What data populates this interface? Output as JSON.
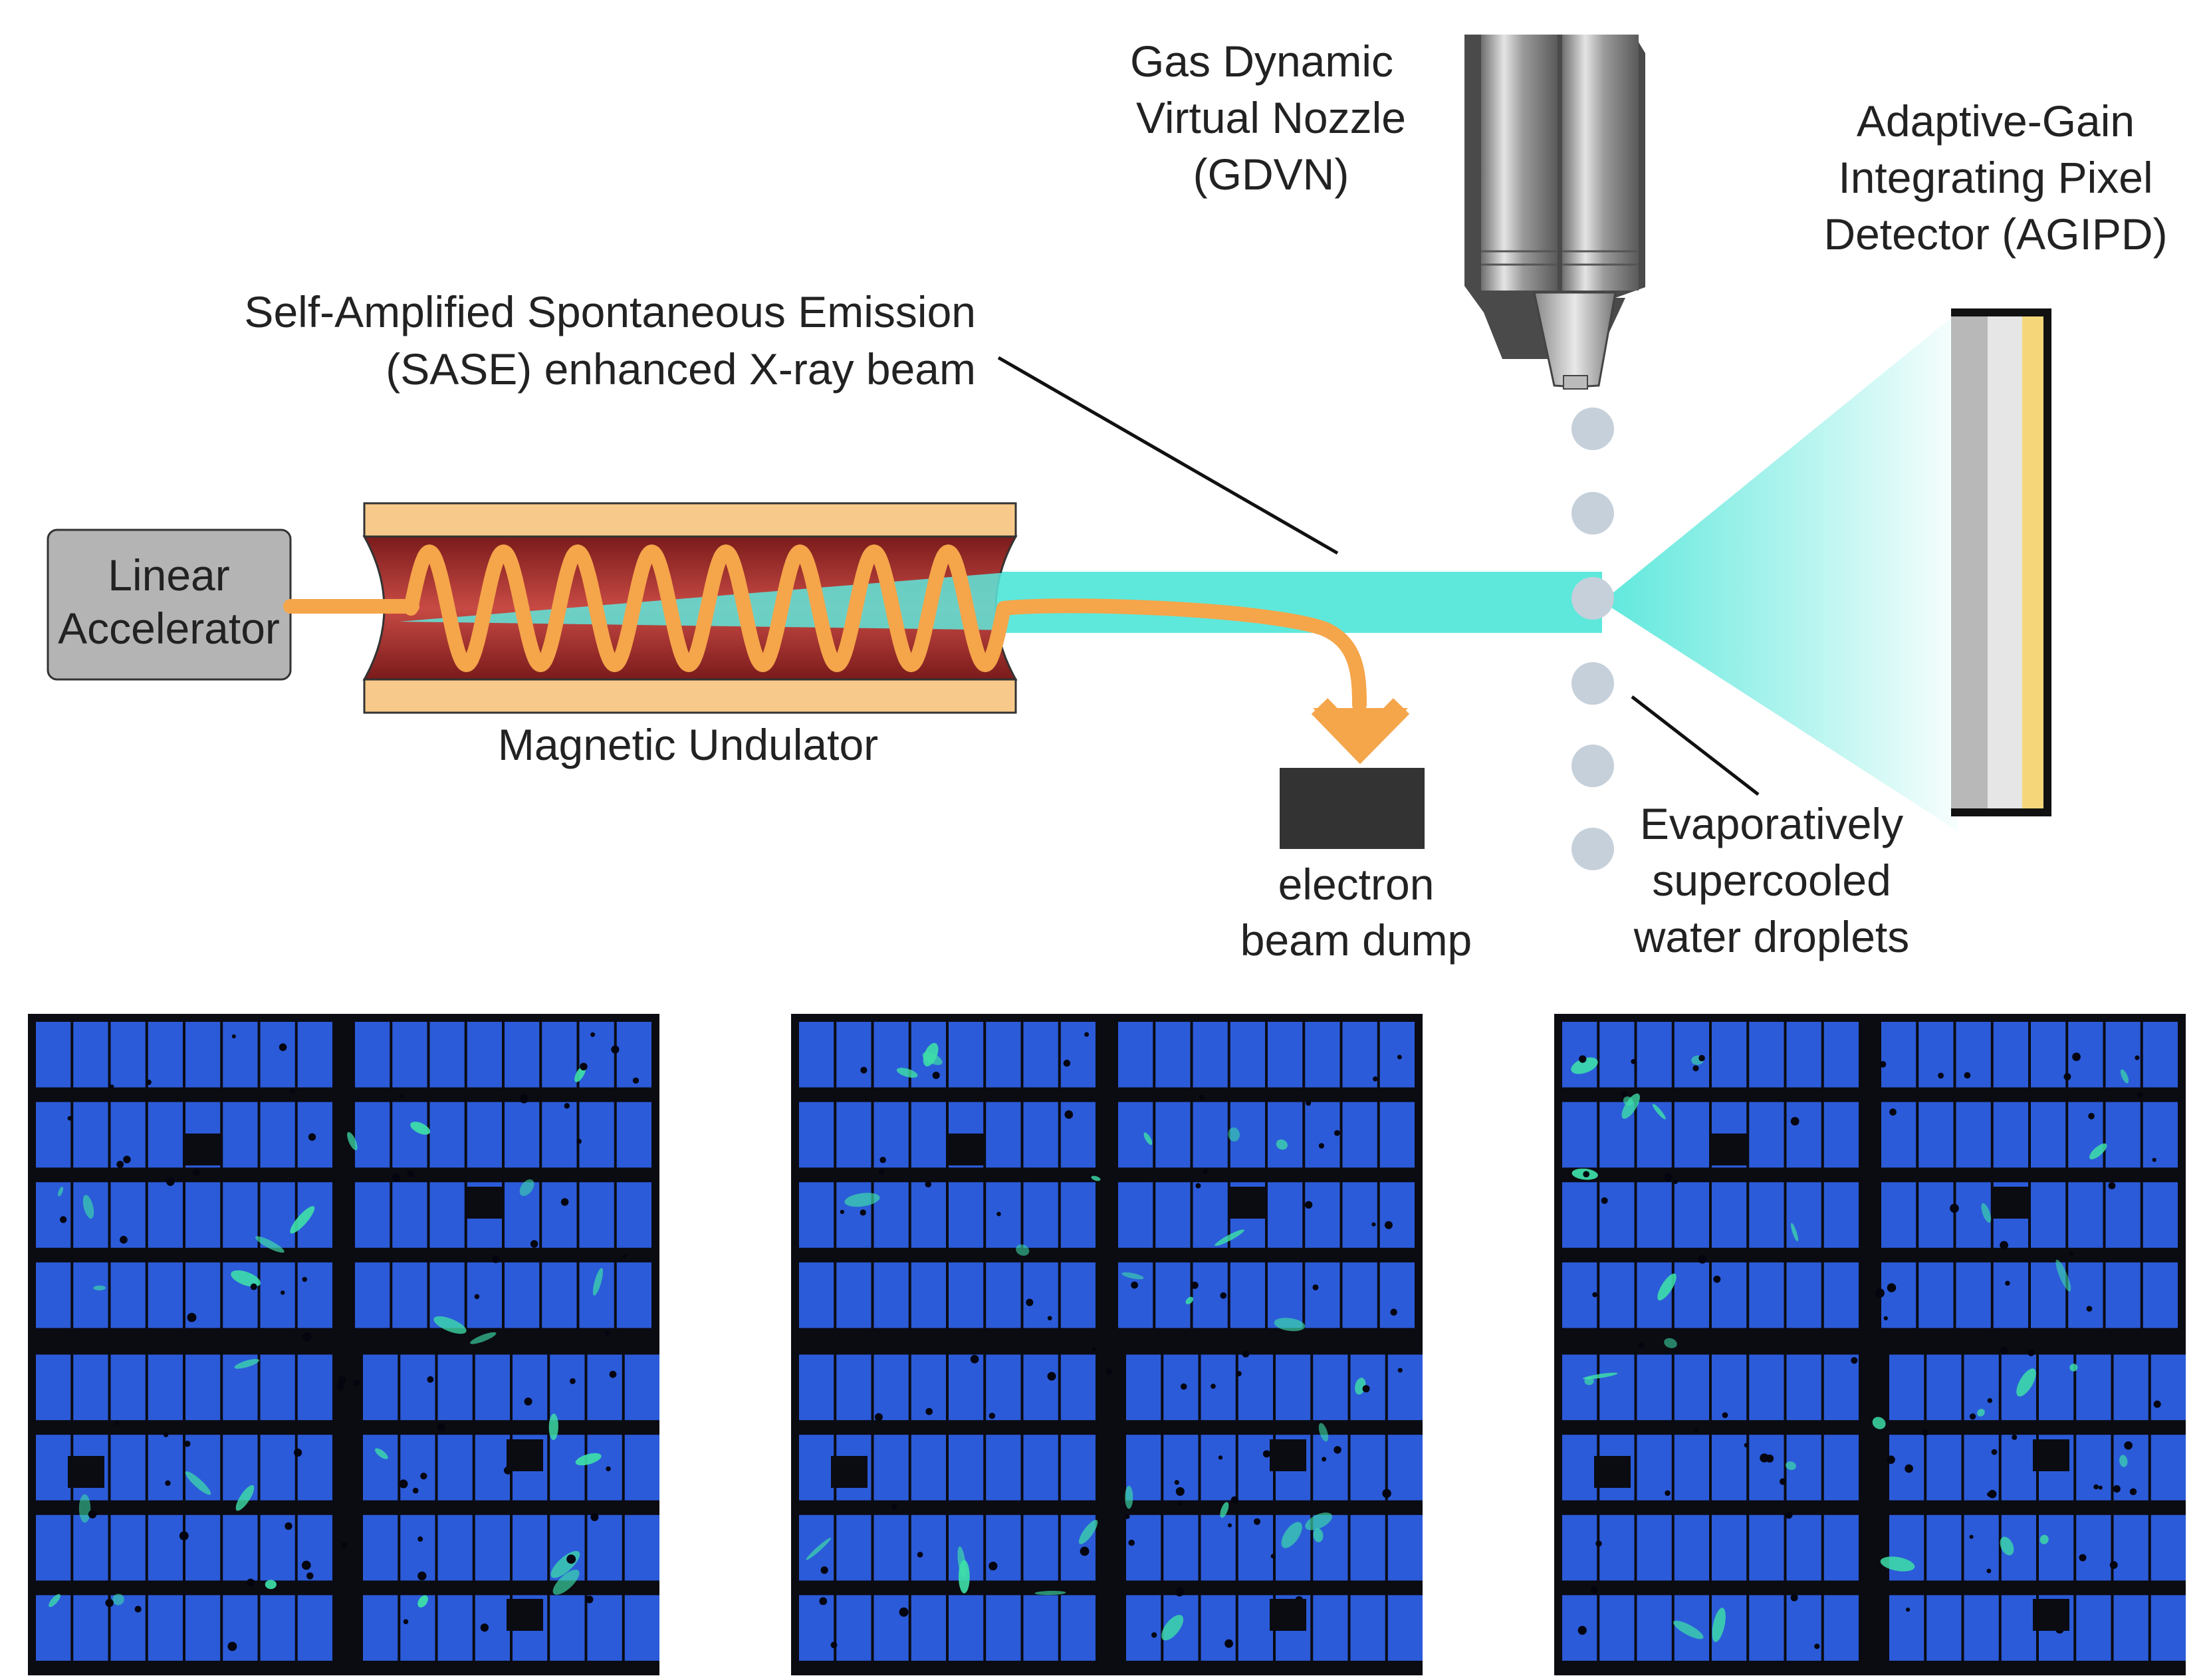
{
  "labels": {
    "linear_accelerator": [
      "Linear",
      "Accelerator"
    ],
    "magnetic_undulator": "Magnetic Undulator",
    "sase_beam": [
      "Self-Amplified Spontaneous Emission",
      "(SASE) enhanced X-ray beam"
    ],
    "gdvn": [
      "Gas Dynamic",
      "Virtual Nozzle",
      "(GDVN)"
    ],
    "agipd": [
      "Adaptive-Gain",
      "Integrating Pixel",
      "Detector (AGIPD)"
    ],
    "beam_dump": [
      "electron",
      "beam dump"
    ],
    "droplets": [
      "Evaporatively",
      "supercooled",
      "water droplets"
    ]
  },
  "colors": {
    "xray_beam": "#5ee8dc",
    "electron_beam": "#f5a54a",
    "undulator_magnet": "#a8312f",
    "undulator_plate": "#f7c98a",
    "droplet": "#c5d0da",
    "detector_frame": "#111111",
    "detector_gold": "#f5d77a",
    "panel_background": "#0b0b12",
    "panel_pixels": "#2b5bd8",
    "panel_hotspot": "#3ee0a8"
  },
  "icons": {
    "accelerator": "accelerator-box",
    "undulator": "undulator-magnet",
    "nozzle": "nozzle-icon",
    "detector": "detector-icon",
    "dump": "beam-dump-block"
  },
  "panels": [
    {
      "name": "diffraction-pattern-1"
    },
    {
      "name": "diffraction-pattern-2"
    },
    {
      "name": "diffraction-pattern-3"
    }
  ]
}
